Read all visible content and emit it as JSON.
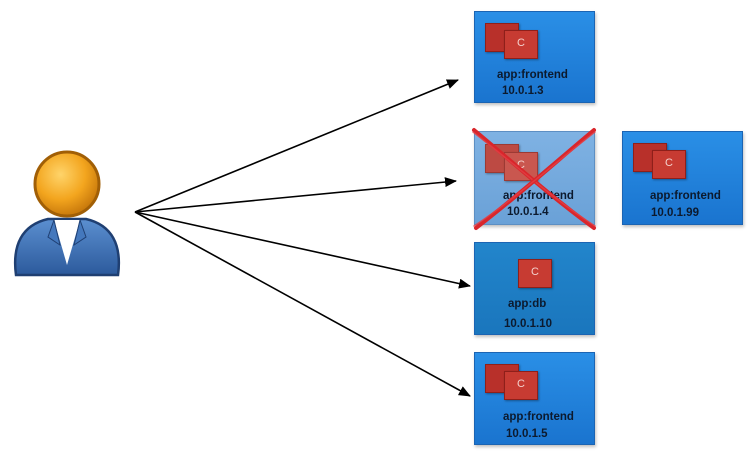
{
  "diagram": {
    "colors": {
      "pod_fill": "#1f80dc",
      "pod_dead_fill": "#74a9dd",
      "container_fill": "#c73b32",
      "cross": "#d9262b",
      "arrow": "#000000",
      "user_head": "#f2a21c",
      "user_body": "#3a6db0"
    },
    "user": {
      "icon": "user-icon"
    },
    "pods": [
      {
        "label": "app:frontend",
        "ip": "10.0.1.3",
        "container_glyph": "C",
        "state": "running"
      },
      {
        "label": "app:frontend",
        "ip": "10.0.1.4",
        "container_glyph": "C",
        "state": "terminated"
      },
      {
        "label": "app:db",
        "ip": "10.0.1.10",
        "container_glyph": "C",
        "state": "running"
      },
      {
        "label": "app:frontend",
        "ip": "10.0.1.5",
        "container_glyph": "C",
        "state": "running"
      },
      {
        "label": "app:frontend",
        "ip": "10.0.1.99",
        "container_glyph": "C",
        "state": "replacement"
      }
    ]
  }
}
